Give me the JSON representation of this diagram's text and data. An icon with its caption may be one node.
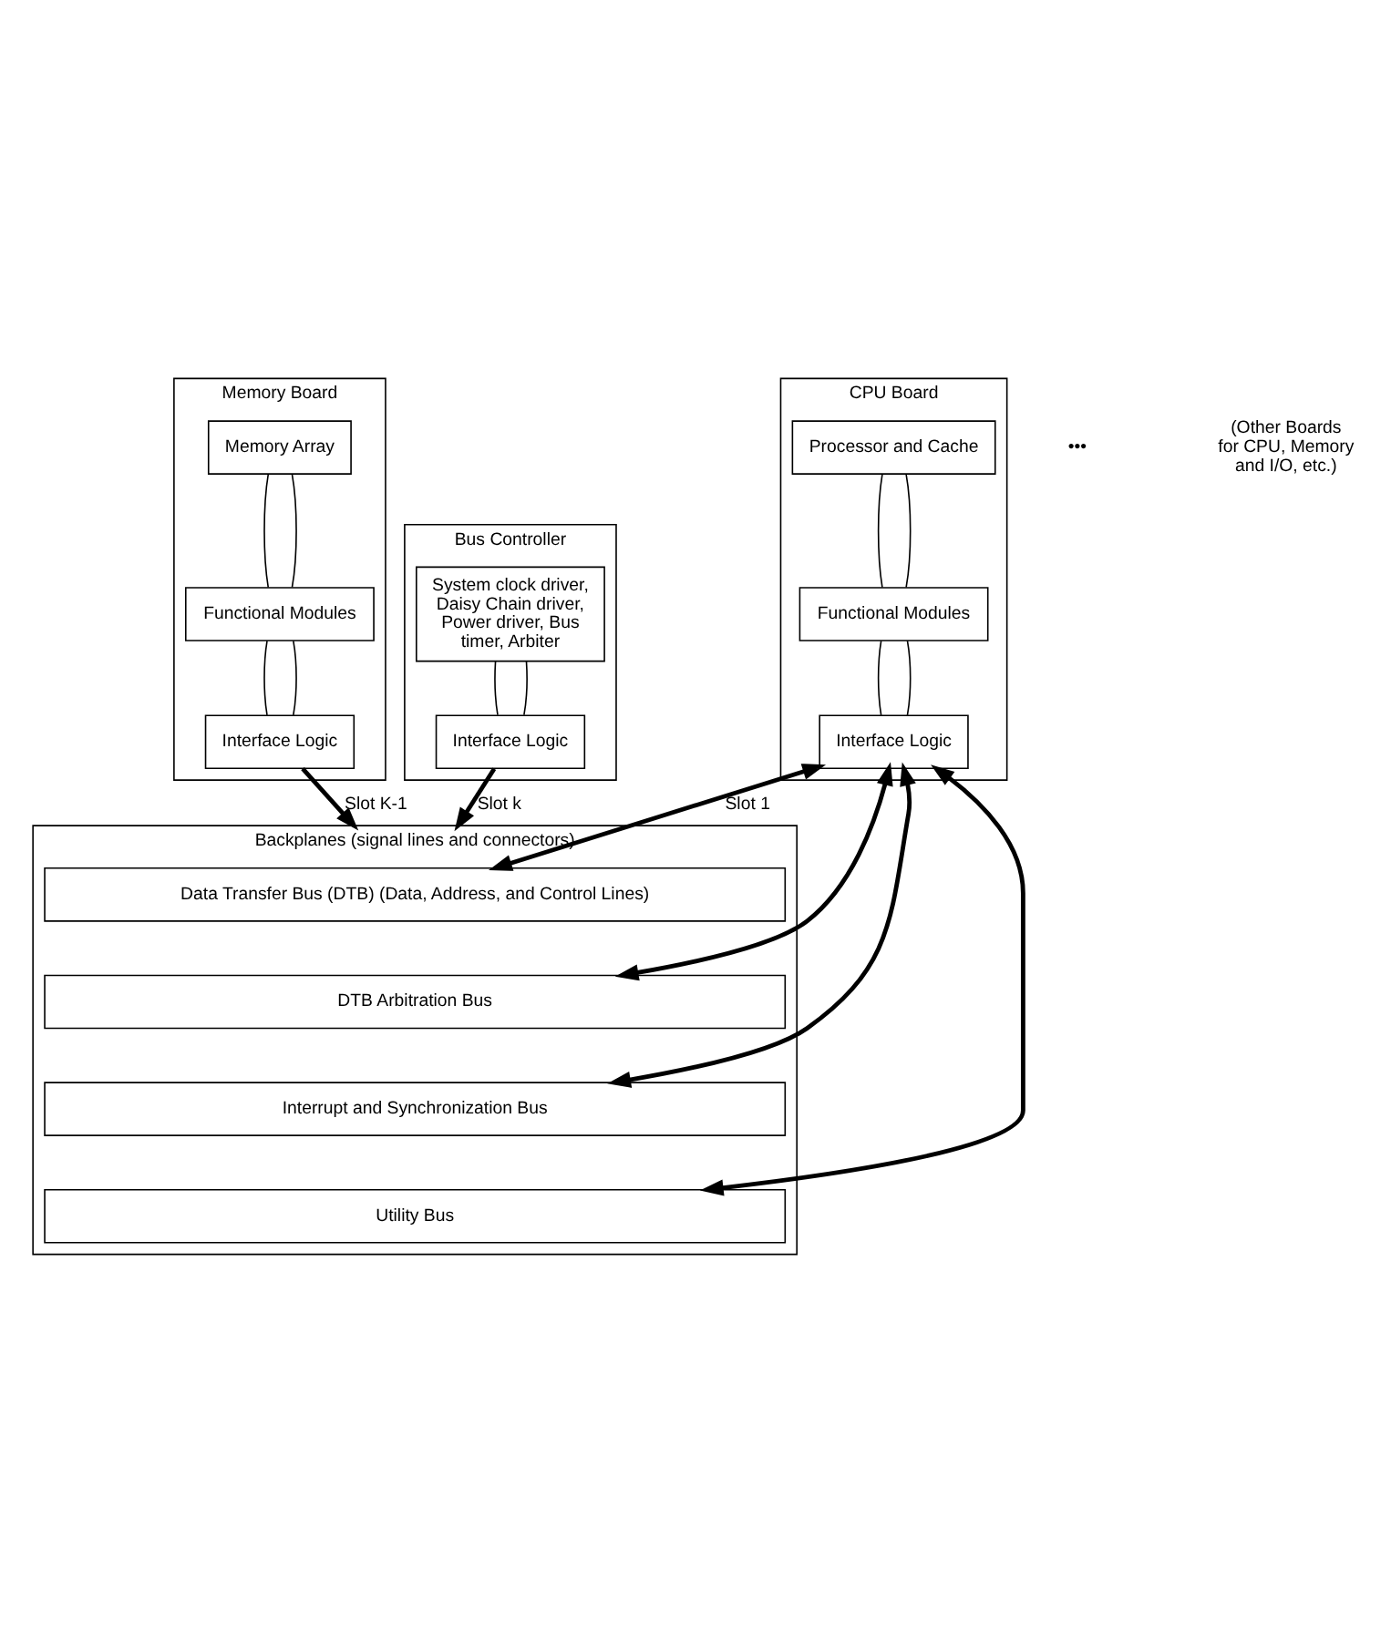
{
  "diagram": {
    "nodes": [
      {
        "text": [
          "CPU Board"
        ]
      },
      {
        "text": [
          "Processor and Cache"
        ],
        "in": 0
      },
      {
        "text": [
          "Functional Modules"
        ],
        "in": 0
      },
      {
        "text": [
          "Interface Logic"
        ],
        "in": 0
      },
      {
        "text": [
          "Memory Board"
        ]
      },
      {
        "text": [
          "Memory Array"
        ],
        "in": 4
      },
      {
        "text": [
          "Functional Modules"
        ],
        "in": 4
      },
      {
        "text": [
          "Interface Logic"
        ],
        "in": 4
      },
      {
        "text": [
          "Bus Controller"
        ]
      },
      {
        "text": [
          "System clock driver, Daisy Chain driver, Power driver, Bus timer, Arbiter"
        ],
        "in": 8
      },
      {
        "text": [
          "Interface Logic"
        ],
        "in": 8
      },
      {
        "text": [
          "Backplanes (signal lines and connectors)"
        ]
      },
      {
        "text": [
          "Data Transfer Bus (DTB) (Data, Address, and Control Lines)"
        ],
        "in": 11
      },
      {
        "text": [
          "DTB Arbitration Bus"
        ],
        "in": 11
      },
      {
        "text": [
          "Interrupt and Synchronization Bus"
        ],
        "in": 11
      },
      {
        "text": [
          "Utility Bus"
        ],
        "in": 11
      }
    ],
    "edges": [
      {
        "from": 1,
        "to": 2,
        "arrow": "none"
      },
      {
        "from": 1,
        "to": 2,
        "arrow": "none"
      },
      {
        "from": 2,
        "to": 3,
        "arrow": "none"
      },
      {
        "from": 2,
        "to": 3,
        "arrow": "none"
      },
      {
        "from": 5,
        "to": 6,
        "arrow": "none"
      },
      {
        "from": 5,
        "to": 6,
        "arrow": "none"
      },
      {
        "from": 6,
        "to": 7,
        "arrow": "none"
      },
      {
        "from": 6,
        "to": 7,
        "arrow": "none"
      },
      {
        "from": 9,
        "to": 10,
        "arrow": "none"
      },
      {
        "from": 9,
        "to": 10,
        "arrow": "none"
      },
      {
        "from": 3,
        "to": 12,
        "arrow": "both",
        "style": "thick",
        "label": "Slot 1"
      },
      {
        "from": 3,
        "to": 13,
        "arrow": "both",
        "style": "thick"
      },
      {
        "from": 3,
        "to": 14,
        "arrow": "both",
        "style": "thick"
      },
      {
        "from": 3,
        "to": 15,
        "arrow": "both",
        "style": "thick"
      },
      {
        "from": 7,
        "to": 11,
        "arrow": "to",
        "style": "thick",
        "label": "Slot K-1"
      },
      {
        "from": 10,
        "to": 11,
        "arrow": "to",
        "style": "thick",
        "label": "Slot k"
      }
    ],
    "labels": [
      "•••",
      "(Other Boards for CPU, Memory and I/O, etc.)"
    ]
  }
}
